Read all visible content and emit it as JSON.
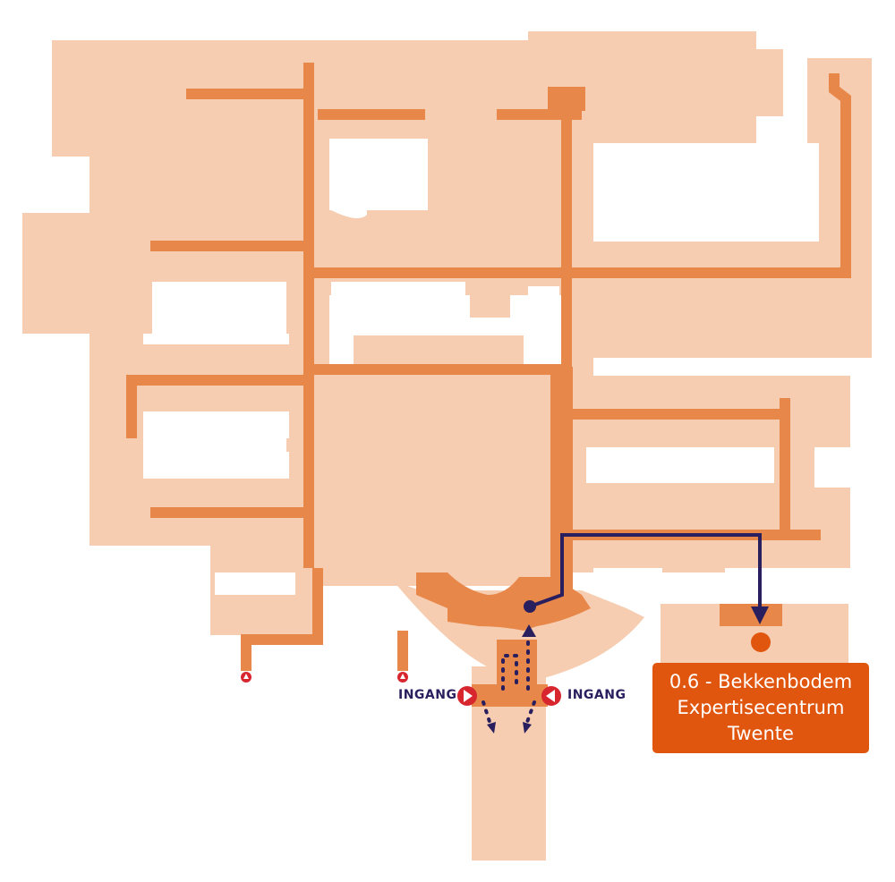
{
  "colors": {
    "building": "#F6CDB0",
    "corridor": "#E8874A",
    "route": "#2A1F5E",
    "destination": "#E0560F",
    "entrance": "#D7262E",
    "label_text": "#2A1F5E",
    "destination_text": "#FFFFFF"
  },
  "entrances": [
    {
      "label": "INGANG",
      "side": "left"
    },
    {
      "label": "INGANG",
      "side": "right"
    }
  ],
  "destination": {
    "lines": [
      "0.6 - Bekkenbodem",
      "Expertisecentrum",
      "Twente"
    ]
  },
  "icons": {
    "entrance_marker": "entrance-arrow-icon",
    "destination_marker": "destination-dot-icon",
    "start_marker": "start-dot-icon",
    "small_entrance": "small-entrance-icon"
  }
}
